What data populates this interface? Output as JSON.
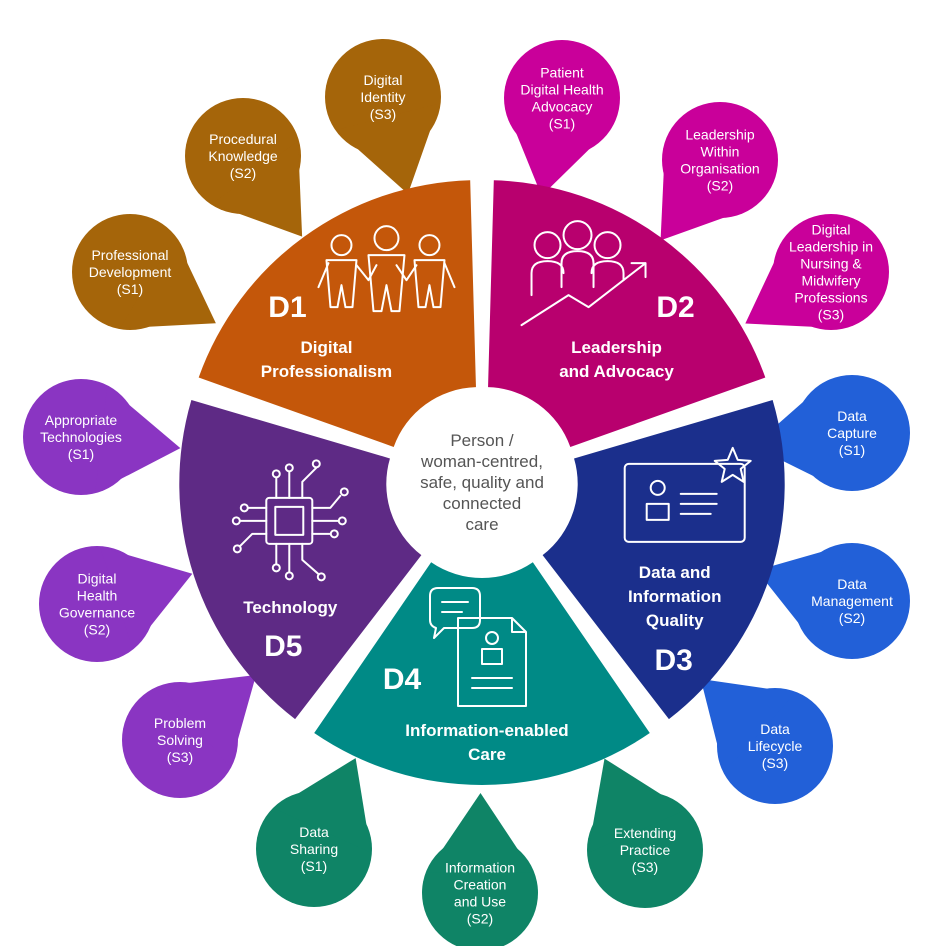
{
  "center": {
    "lines": [
      "Person /",
      "woman-centred,",
      "safe, quality and",
      "connected",
      "care"
    ]
  },
  "domains": [
    {
      "code": "D1",
      "title_lines": [
        "Digital",
        "Professionalism"
      ],
      "color": "#c4570a",
      "icon": "people-holding-hands-icon"
    },
    {
      "code": "D2",
      "title_lines": [
        "Leadership",
        "and Advocacy"
      ],
      "color": "#b8006e",
      "icon": "people-rising-arrow-icon"
    },
    {
      "code": "D3",
      "title_lines": [
        "Data and",
        "Information",
        "Quality"
      ],
      "color": "#1b2f8c",
      "icon": "profile-card-star-icon"
    },
    {
      "code": "D4",
      "title_lines": [
        "Information-enabled",
        "Care"
      ],
      "color": "#008a86",
      "icon": "chat-document-icon"
    },
    {
      "code": "D5",
      "title_lines": [
        "Technology",
        "D5"
      ],
      "color": "#5e2a85",
      "icon": "microchip-icon"
    }
  ],
  "petals": [
    {
      "lines": [
        "Professional",
        "Development",
        "(S1)"
      ],
      "color": "#a5650a"
    },
    {
      "lines": [
        "Procedural",
        "Knowledge",
        "(S2)"
      ],
      "color": "#a5650a"
    },
    {
      "lines": [
        "Digital",
        "Identity",
        "(S3)"
      ],
      "color": "#a5650a"
    },
    {
      "lines": [
        "Patient",
        "Digital Health",
        "Advocacy",
        "(S1)"
      ],
      "color": "#c9009a"
    },
    {
      "lines": [
        "Leadership",
        "Within",
        "Organisation",
        "(S2)"
      ],
      "color": "#c9009a"
    },
    {
      "lines": [
        "Digital",
        "Leadership in",
        "Nursing &",
        "Midwifery",
        "Professions",
        "(S3)"
      ],
      "color": "#c9009a"
    },
    {
      "lines": [
        "Data",
        "Capture",
        "(S1)"
      ],
      "color": "#2260d8"
    },
    {
      "lines": [
        "Data",
        "Management",
        "(S2)"
      ],
      "color": "#2260d8"
    },
    {
      "lines": [
        "Data",
        "Lifecycle",
        "(S3)"
      ],
      "color": "#2260d8"
    },
    {
      "lines": [
        "Extending",
        "Practice",
        "(S3)"
      ],
      "color": "#0f8466"
    },
    {
      "lines": [
        "Information",
        "Creation",
        "and Use",
        "(S2)"
      ],
      "color": "#0f8466"
    },
    {
      "lines": [
        "Data",
        "Sharing",
        "(S1)"
      ],
      "color": "#0f8466"
    },
    {
      "lines": [
        "Problem",
        "Solving",
        "(S3)"
      ],
      "color": "#8a35c2"
    },
    {
      "lines": [
        "Digital",
        "Health",
        "Governance",
        "(S2)"
      ],
      "color": "#8a35c2"
    },
    {
      "lines": [
        "Appropriate",
        "Technologies",
        "(S1)"
      ],
      "color": "#8a35c2"
    }
  ]
}
